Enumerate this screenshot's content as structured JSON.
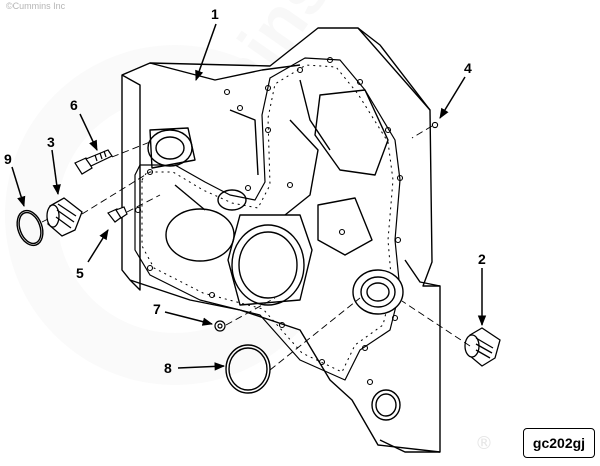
{
  "copyright": "©Cummins Inc",
  "drawing_code": "gc202gj",
  "registered_mark": "®",
  "callouts": [
    {
      "label": "1"
    },
    {
      "label": "2"
    },
    {
      "label": "3"
    },
    {
      "label": "4"
    },
    {
      "label": "5"
    },
    {
      "label": "6"
    },
    {
      "label": "7"
    },
    {
      "label": "8"
    },
    {
      "label": "9"
    }
  ]
}
